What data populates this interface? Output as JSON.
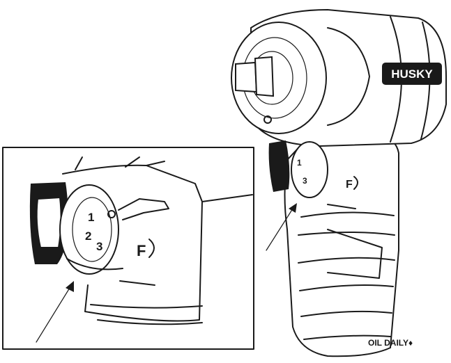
{
  "tool": {
    "brand_label": "HUSKY",
    "oil_label": "OIL DAILY",
    "oil_drop_glyph": "♦"
  },
  "dial": {
    "setting_1": "1",
    "setting_2": "2",
    "setting_3": "3",
    "direction_label": "F"
  },
  "colors": {
    "line": "#1a1a1a",
    "background": "#ffffff"
  }
}
